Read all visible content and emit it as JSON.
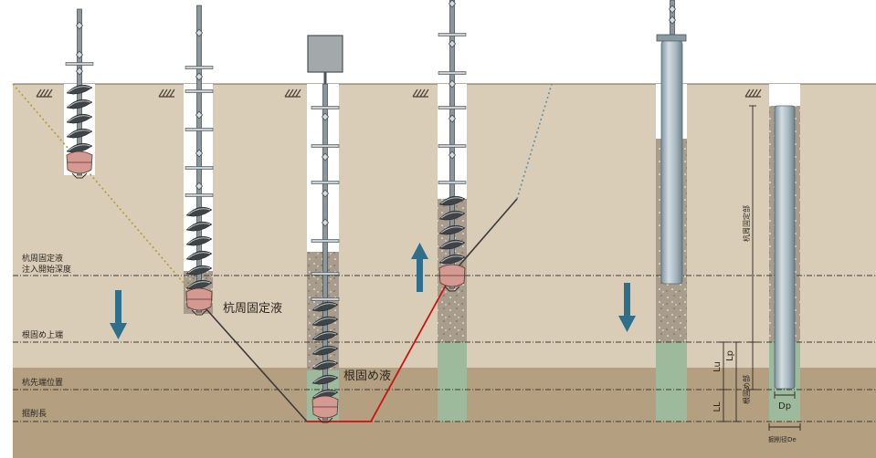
{
  "colors": {
    "upper_soil": "#dacdb7",
    "lower_soil": "#b49f80",
    "pile_fixing_slurry": "#a89c8c",
    "base_fixing_slurry": "#9dbb9c",
    "arrow": "#2e6f8c",
    "pile_steel": "#a6b6bf",
    "auger_tip": "#d49a92",
    "trajectory": "#3a3a3a",
    "trajectory_base": "#cc1111",
    "dotted_start": "#b09a3a",
    "dotted_end": "#5a8fb0"
  },
  "levels": {
    "injection_start": "杭周固定液\n注入開始深度",
    "base_fixing_top": "根固め上端",
    "pile_tip_position": "杭先端位置",
    "excavation_length": "掘削長"
  },
  "labels": {
    "pile_fixing_slurry": "杭周固定液",
    "base_fixing_slurry": "根固め液"
  },
  "dimensions": {
    "pile_perimeter_fixing_section": "杭周固定部",
    "base_fixing_section": "根固め部",
    "lp": "Lp",
    "lu": "Lu",
    "ll": "LL",
    "dp": "Dp",
    "excavation_diameter": "掘削径De"
  },
  "icons": {
    "ground_hatch": "ground-surface-hatch-icon",
    "down_arrow": "down-arrow-icon",
    "up_arrow": "up-arrow-icon"
  }
}
